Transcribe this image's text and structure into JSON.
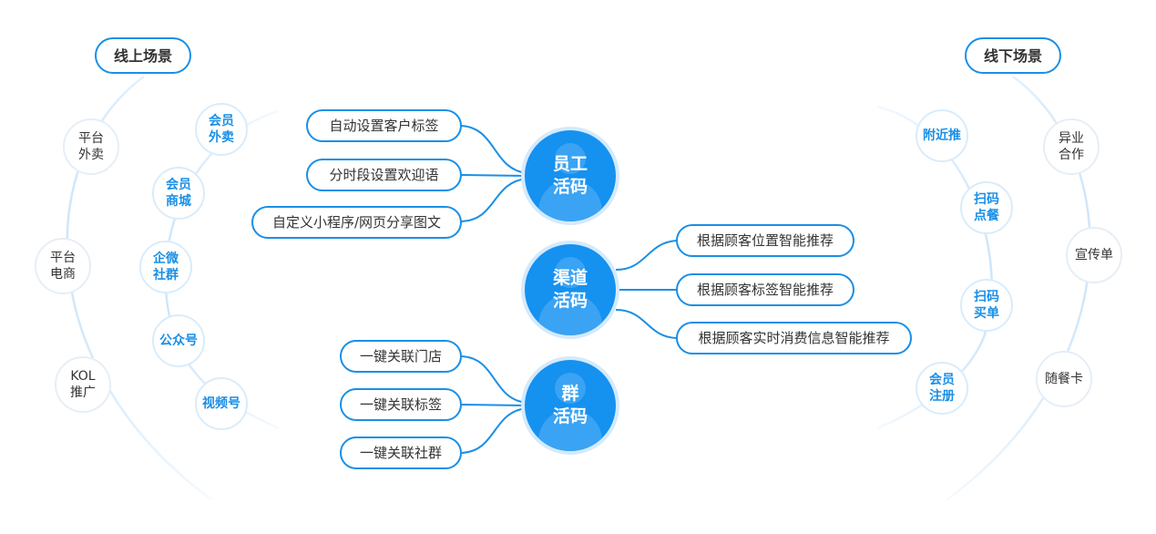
{
  "online": {
    "title": "线上场景",
    "outer_nodes": [
      "平台\n外卖",
      "平台\n电商",
      "KOL\n推广"
    ],
    "inner_nodes": [
      "会员\n外卖",
      "会员\n商城",
      "企微\n社群",
      "公众号",
      "视频号"
    ]
  },
  "offline": {
    "title": "线下场景",
    "outer_nodes": [
      "异业\n合作",
      "宣传单",
      "随餐卡"
    ],
    "inner_nodes": [
      "附近推",
      "扫码\n点餐",
      "扫码\n买单",
      "会员\n注册"
    ]
  },
  "hubs": {
    "employee": {
      "label": "员工\n活码",
      "features": [
        "自动设置客户标签",
        "分时段设置欢迎语",
        "自定义小程序/网页分享图文"
      ]
    },
    "channel": {
      "label": "渠道\n活码",
      "features": [
        "根据顾客位置智能推荐",
        "根据顾客标签智能推荐",
        "根据顾客实时消费信息智能推荐"
      ]
    },
    "group": {
      "label": "群\n活码",
      "features": [
        "一键关联门店",
        "一键关联标签",
        "一键关联社群"
      ]
    }
  },
  "colors": {
    "accent": "#1591f0",
    "line": "#1a8fe6",
    "arc": "#cfe6fa"
  }
}
